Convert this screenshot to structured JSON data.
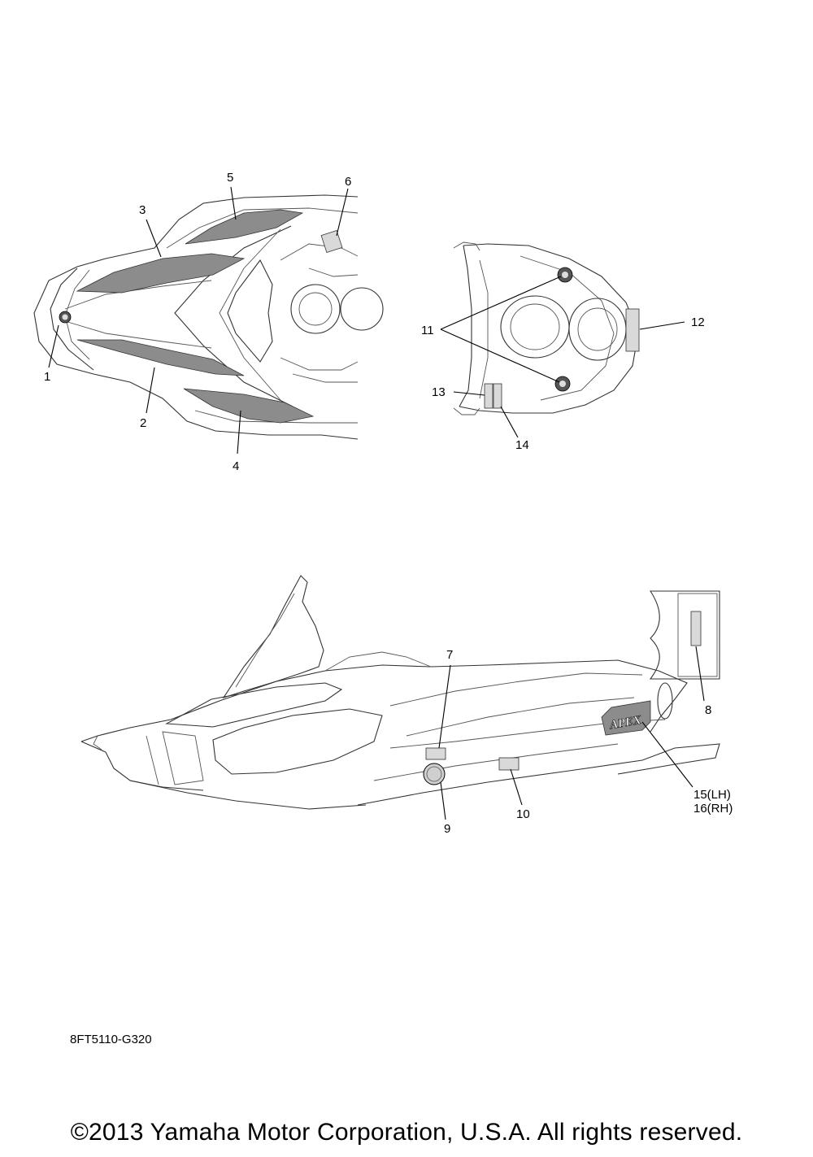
{
  "callouts": {
    "c1": "1",
    "c2": "2",
    "c3": "3",
    "c4": "4",
    "c5": "5",
    "c6": "6",
    "c7": "7",
    "c8": "8",
    "c9": "9",
    "c10": "10",
    "c11": "11",
    "c12": "12",
    "c13": "13",
    "c14": "14",
    "c15": "15(LH)",
    "c16": "16(RH)"
  },
  "decal_lettering": "APEX",
  "diagram_code": "8FT5110-G320",
  "copyright": "©2013 Yamaha Motor Corporation, U.S.A. All rights reserved."
}
